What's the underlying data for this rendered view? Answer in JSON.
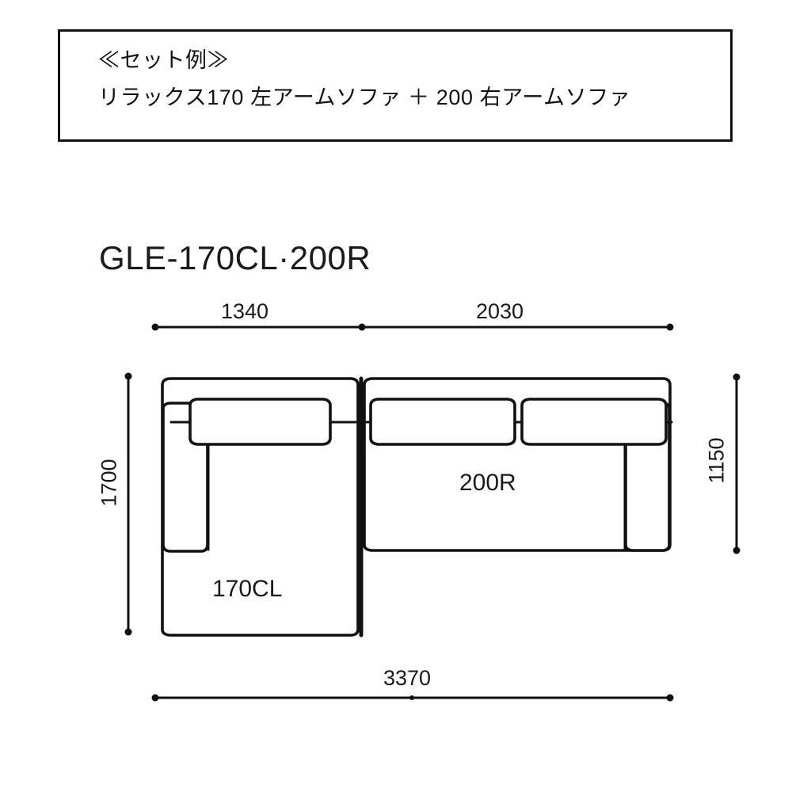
{
  "caption": {
    "line1": "≪セット例≫",
    "line2": "リラックス170 左アームソファ ＋ 200 右アームソファ"
  },
  "drawing": {
    "title": "GLE-170CL·200R",
    "part_labels": {
      "left": "170CL",
      "right": "200R"
    },
    "dimensions": {
      "top_left": "1340",
      "top_right": "2030",
      "left_height": "1700",
      "right_height": "1150",
      "bottom_total": "3370"
    },
    "units": "mm",
    "colors": {
      "line": "#111111",
      "fill": "#ffffff",
      "text": "#1a1a1a"
    }
  }
}
